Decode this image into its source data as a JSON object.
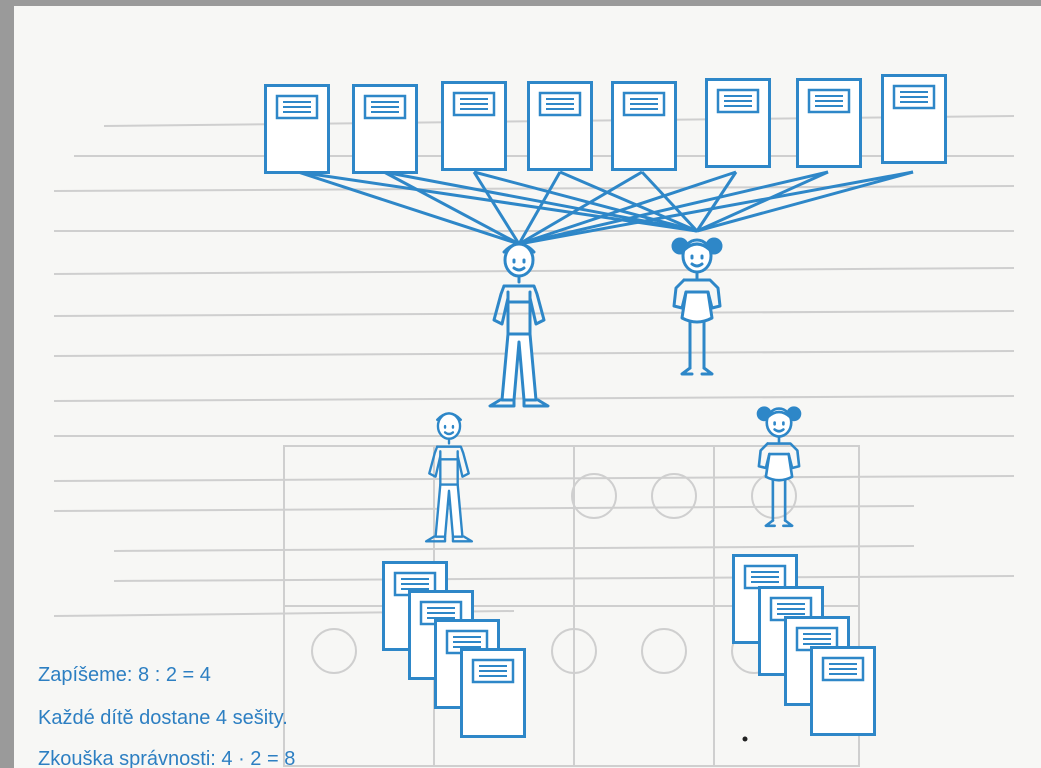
{
  "figure": {
    "accent_color": "#2e87c8",
    "ghost_color": "#c9c9c9",
    "notebooks_total": 8,
    "children_count": 2,
    "notebooks_per_child": 4,
    "icons": [
      "notebook-icon",
      "boy-figure-icon",
      "girl-figure-icon"
    ]
  },
  "text": {
    "line1": "Zapíšeme: 8 : 2 = 4",
    "line2": "Každé dítě dostane 4 sešity.",
    "line3": "Zkouška správnosti: 4 · 2 = 8"
  }
}
